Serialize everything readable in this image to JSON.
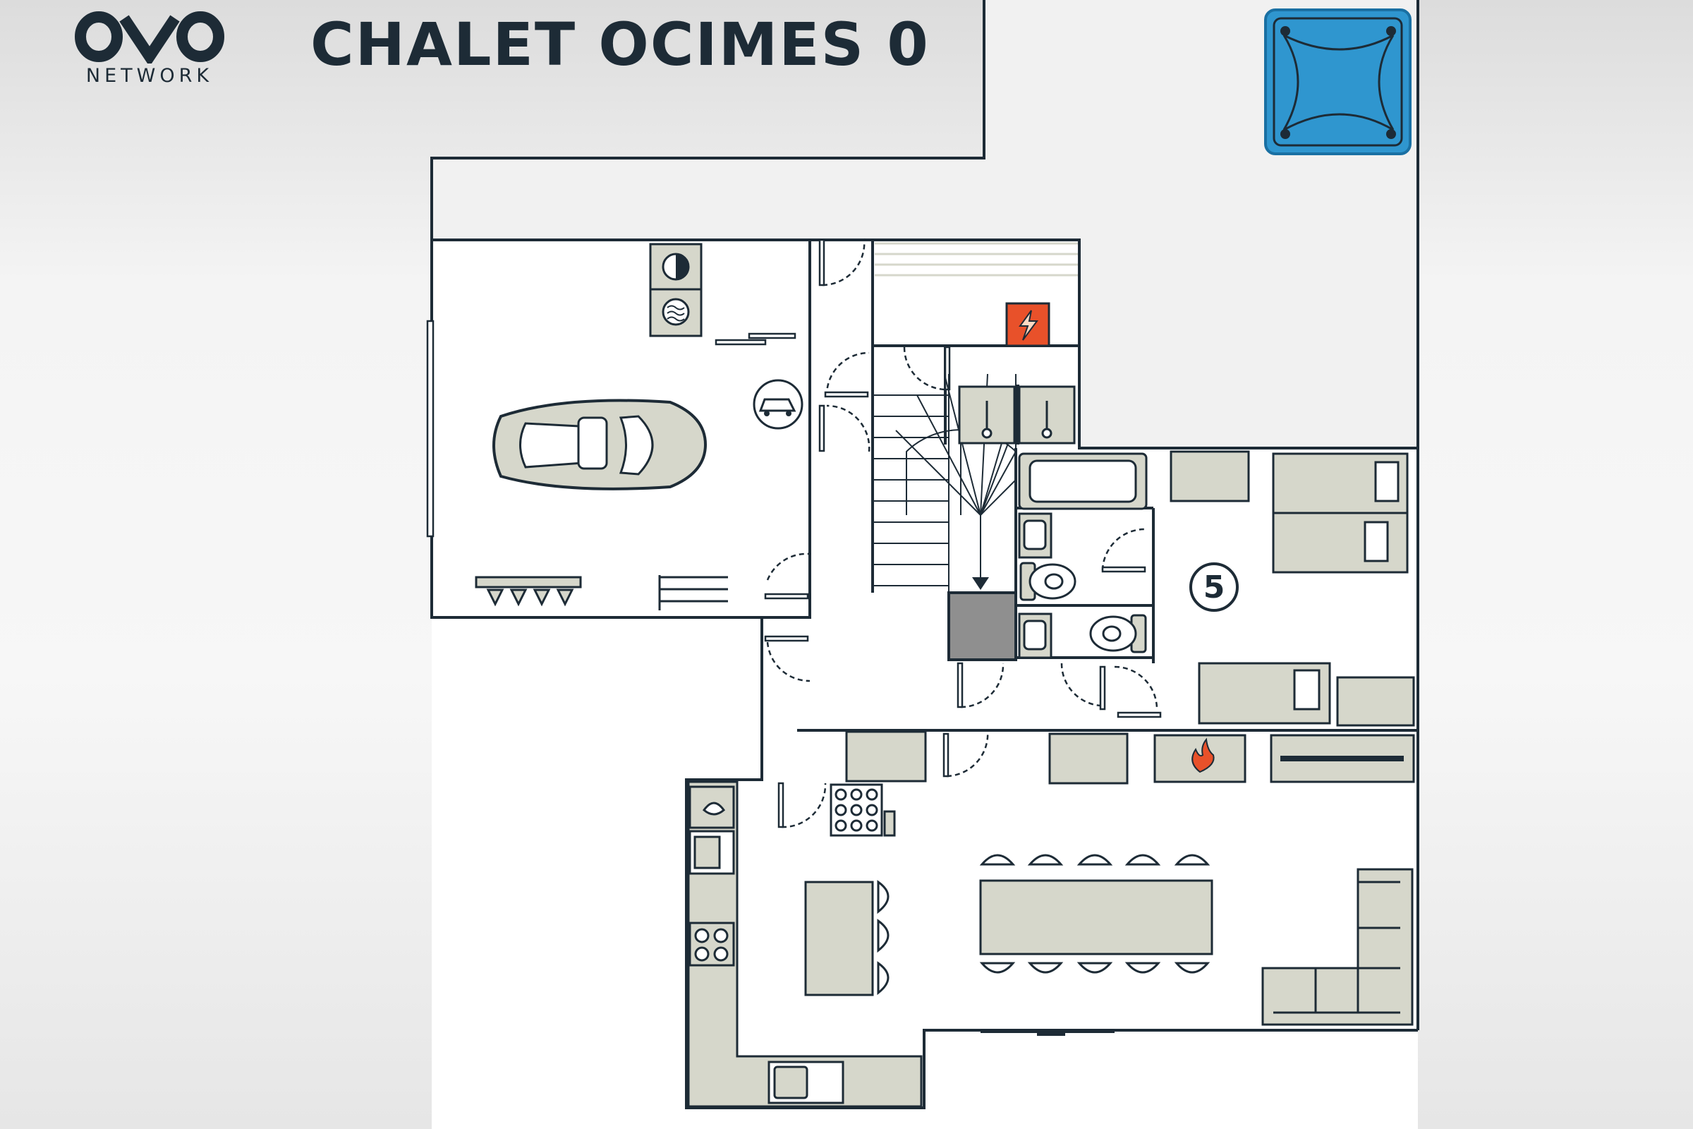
{
  "header": {
    "logo_text": "NETWORK",
    "title": "CHALET OCIMES 0"
  },
  "rooms": {
    "bedroom_number": "5"
  },
  "colors": {
    "wall": "#1d2b36",
    "furniture": "#d6d7cb",
    "furniture_stroke": "#1d2b36",
    "floor": "#ffffff",
    "jacuzzi": "#2f96cf",
    "electrical_panel": "#e8512a",
    "stair_landing": "#8f8f8f"
  },
  "icons": {
    "logo": "ovo-logo-icon",
    "jacuzzi": "jacuzzi-icon",
    "electrical_panel": "lightning-icon",
    "ev_charger": "ev-charger-icon",
    "fireplace": "fire-icon",
    "car": "car-icon",
    "washer": "washing-machine-icon",
    "dryer": "dryer-icon"
  }
}
